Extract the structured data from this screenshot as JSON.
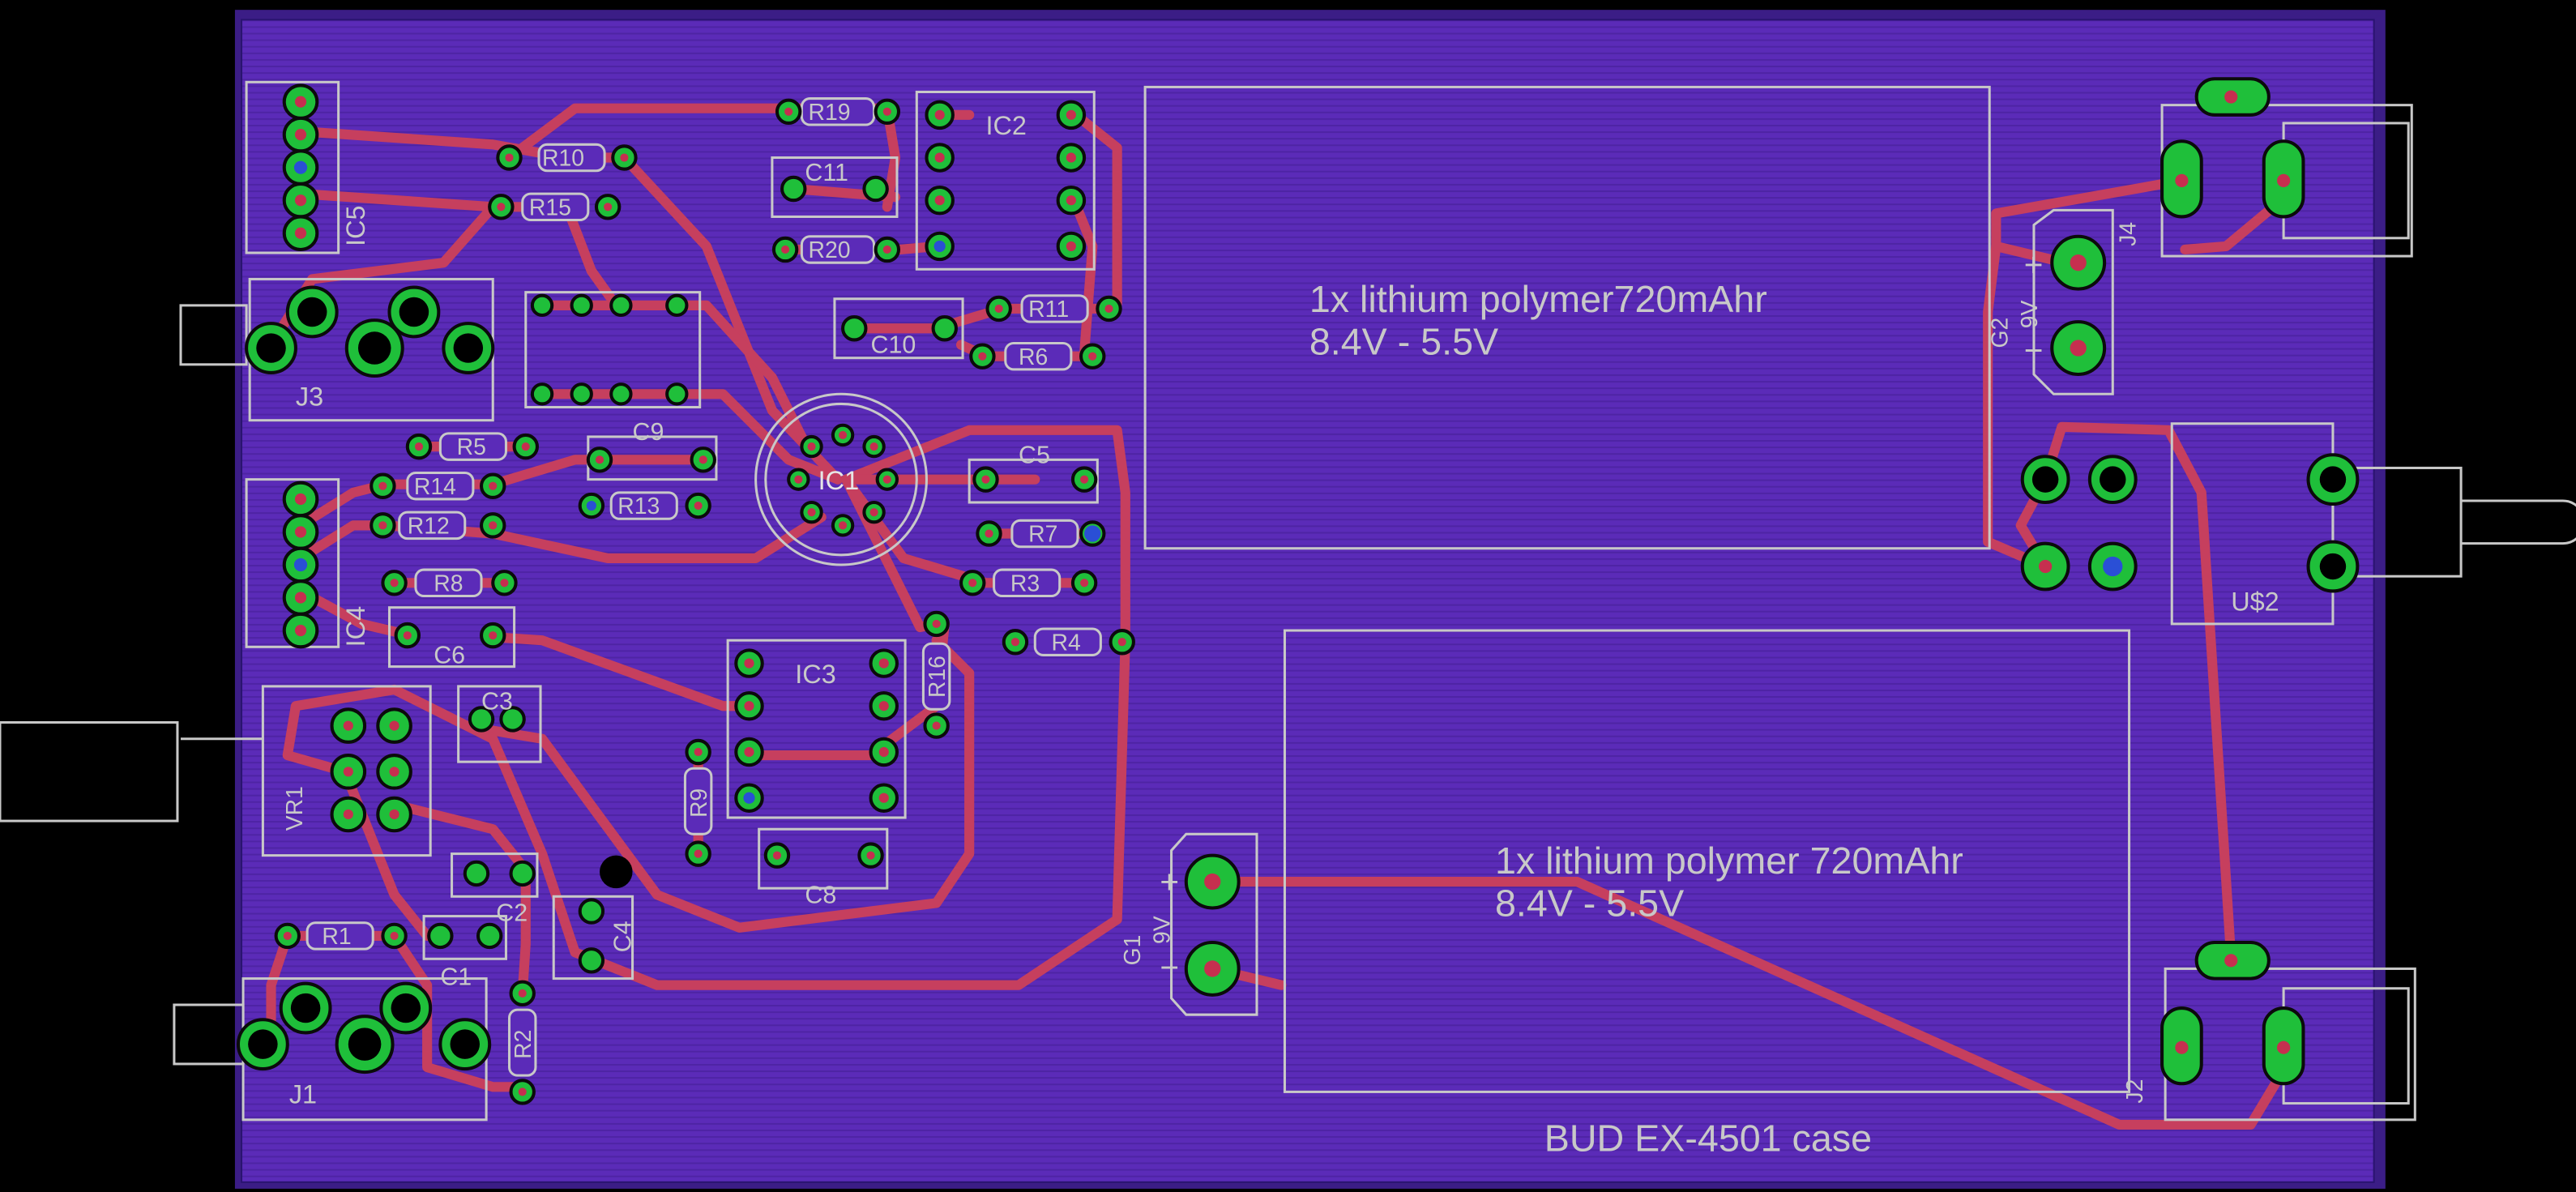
{
  "colors": {
    "background": "#000000",
    "board": "#5b2bb8",
    "board_edge": "#3b1d86",
    "trace": "#c63f5e",
    "silk": "#c8c8c8",
    "pad_green": "#1fbf3a",
    "drill_red": "#c62f4f",
    "via_blue": "#2a4fd6"
  },
  "labels": {
    "battery_top": [
      "1x lithium polymer720mAhr",
      "8.4V - 5.5V"
    ],
    "battery_bottom": [
      "1x lithium polymer 720mAhr",
      "8.4V - 5.5V"
    ],
    "case_note": "BUD EX-4501 case"
  },
  "components": {
    "ic1": "IC1",
    "ic2": "IC2",
    "ic3": "IC3",
    "ic4": "IC4",
    "ic5": "IC5",
    "j1": "J1",
    "j2": "J2",
    "j3": "J3",
    "j4": "J4",
    "g1": "G1",
    "g2": "G2",
    "vr1": "VR1",
    "u2": "U$2",
    "voltage_g1": "9V",
    "voltage_g2": "9V",
    "plus": "+",
    "minus": "−",
    "resistors": [
      "R1",
      "R2",
      "R3",
      "R4",
      "R5",
      "R6",
      "R7",
      "R8",
      "R9",
      "R10",
      "R11",
      "R12",
      "R13",
      "R14",
      "R15",
      "R16",
      "R19",
      "R20"
    ],
    "capacitors": [
      "C1",
      "C2",
      "C3",
      "C4",
      "C5",
      "C6",
      "C8",
      "C9",
      "C10",
      "C11"
    ]
  }
}
